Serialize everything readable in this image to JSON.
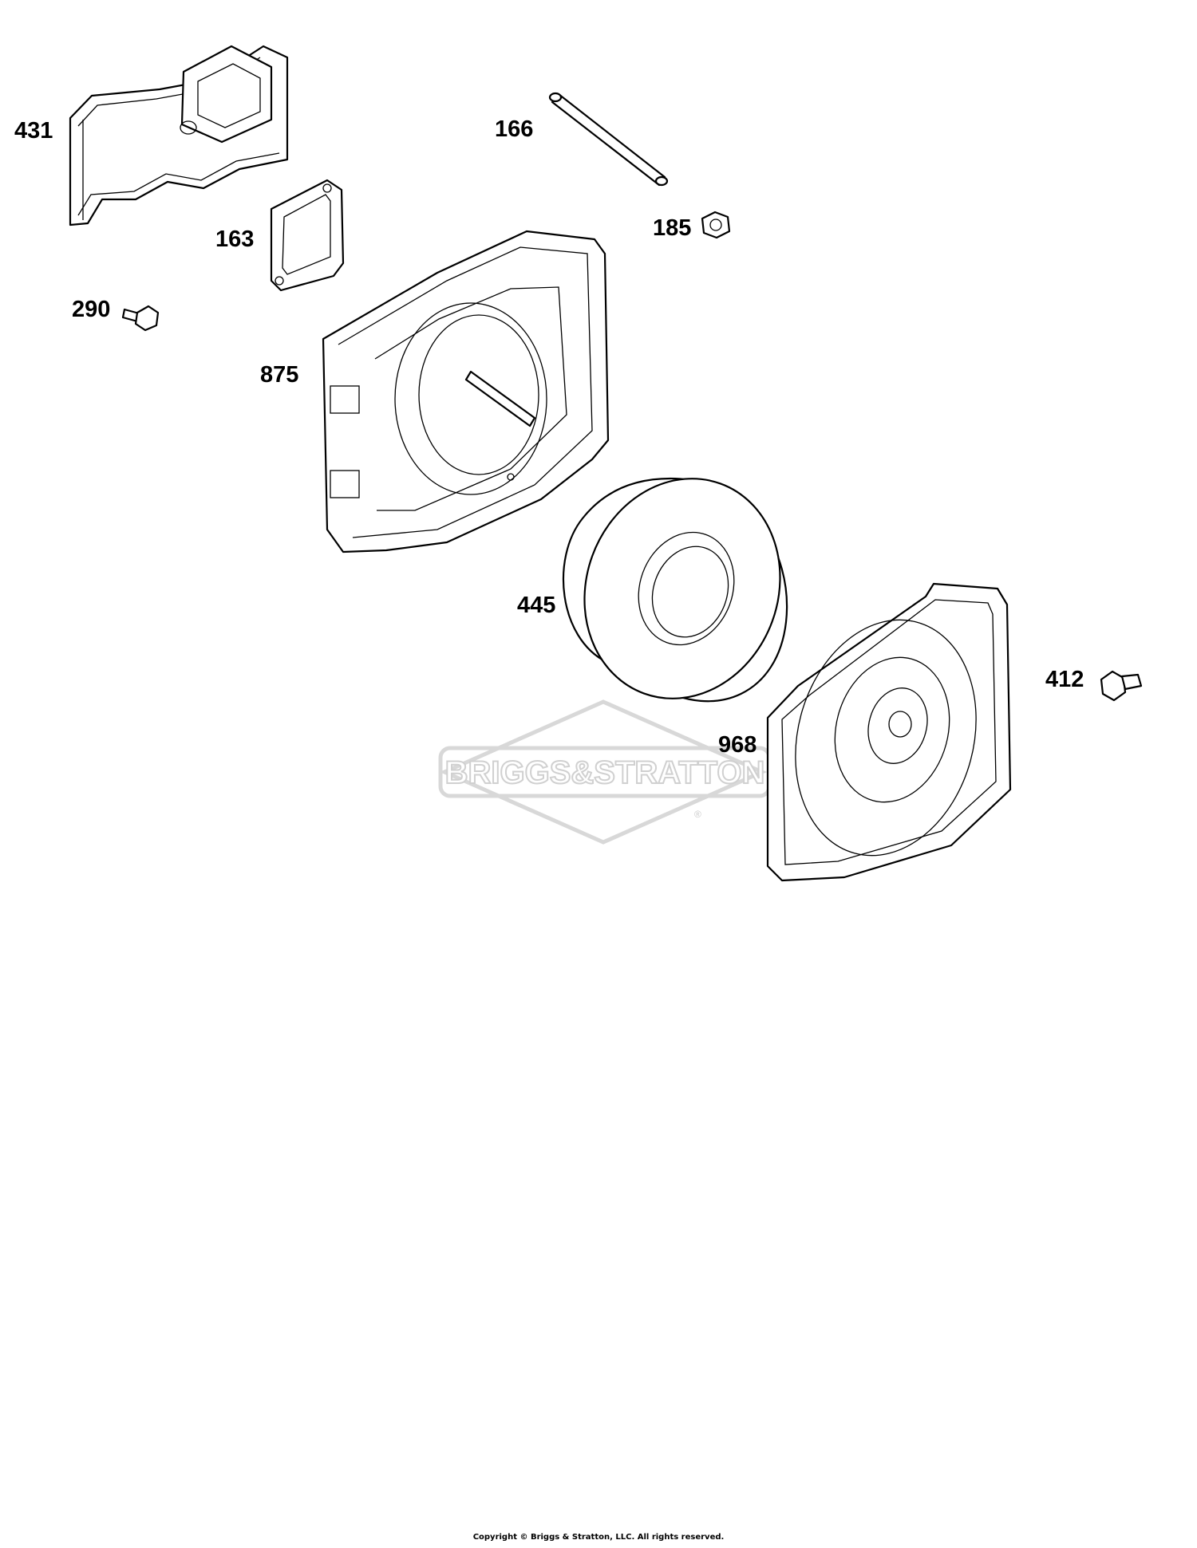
{
  "callouts": [
    {
      "id": "431",
      "label": "431"
    },
    {
      "id": "166",
      "label": "166"
    },
    {
      "id": "185",
      "label": "185"
    },
    {
      "id": "163",
      "label": "163"
    },
    {
      "id": "290",
      "label": "290"
    },
    {
      "id": "875",
      "label": "875"
    },
    {
      "id": "445",
      "label": "445"
    },
    {
      "id": "412",
      "label": "412"
    },
    {
      "id": "968",
      "label": "968"
    }
  ],
  "watermark": {
    "brand_text": "BRIGGS&STRATTON",
    "registered": "®"
  },
  "footer": {
    "copyright": "Copyright © Briggs & Stratton, LLC. All rights reserved."
  },
  "colors": {
    "line": "#000000",
    "watermark": "#d8d8d8",
    "background": "#ffffff"
  }
}
